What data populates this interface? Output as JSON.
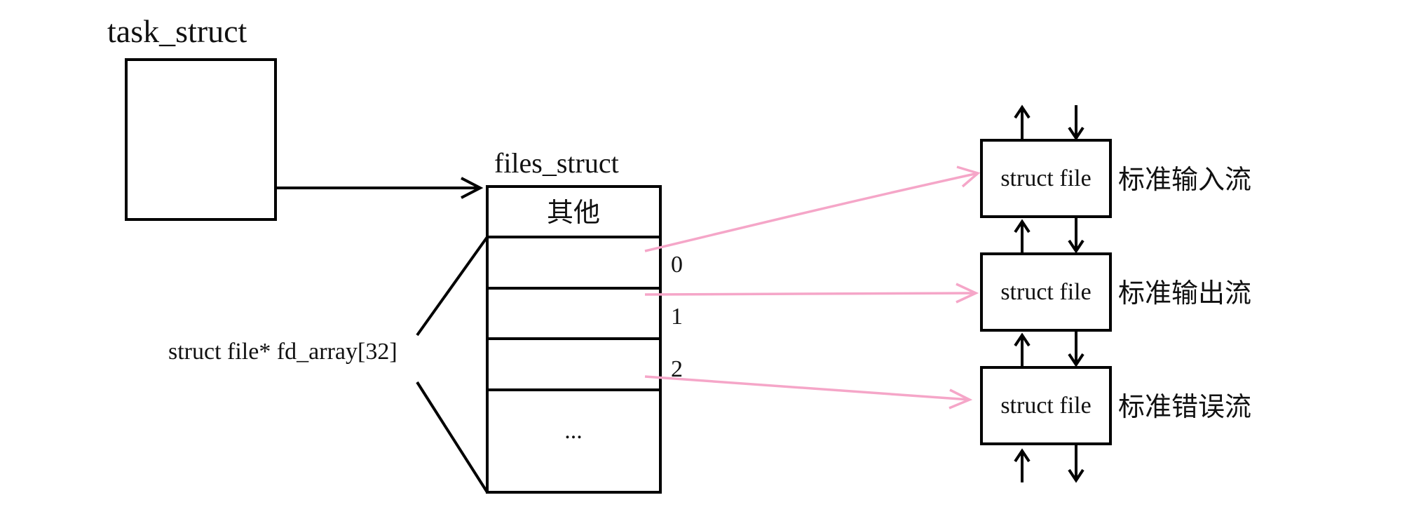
{
  "task_struct": {
    "title": "task_struct"
  },
  "files_struct": {
    "title": "files_struct",
    "other_label": "其他",
    "ellipsis": "...",
    "fd_array_label": "struct file* fd_array[32]",
    "indices": [
      "0",
      "1",
      "2"
    ]
  },
  "files": [
    {
      "label": "struct file",
      "stream": "标准输入流"
    },
    {
      "label": "struct file",
      "stream": "标准输出流"
    },
    {
      "label": "struct file",
      "stream": "标准错误流"
    }
  ],
  "colors": {
    "line": "#000000",
    "pointer_arrow": "#f5a6c8"
  }
}
